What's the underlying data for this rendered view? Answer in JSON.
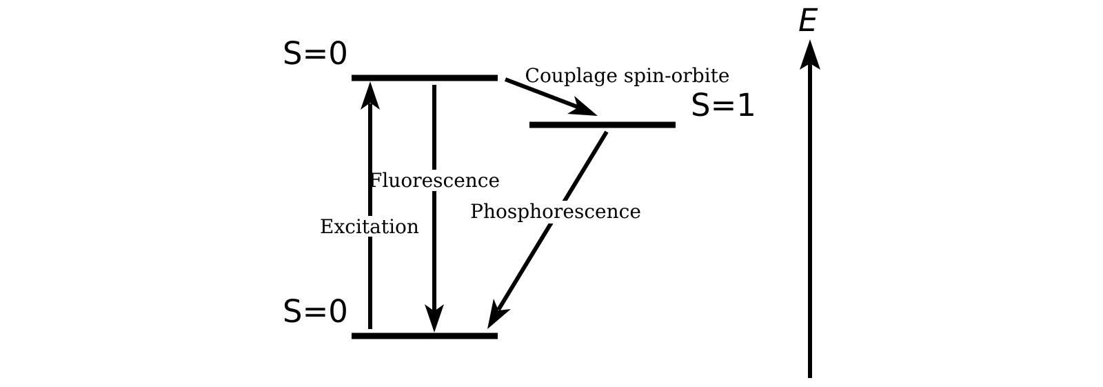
{
  "diagram": {
    "levels": [
      {
        "id": "excited-singlet",
        "label": "S=0"
      },
      {
        "id": "triplet",
        "label": "S=1"
      },
      {
        "id": "ground-singlet",
        "label": "S=0"
      }
    ],
    "transitions": [
      {
        "id": "excitation",
        "label": "Excitation"
      },
      {
        "id": "fluorescence",
        "label": "Fluorescence"
      },
      {
        "id": "spin-orbit-coupling",
        "label": "Couplage spin-orbite"
      },
      {
        "id": "phosphorescence",
        "label": "Phosphorescence"
      }
    ],
    "axis": {
      "label": "E"
    },
    "colors": {
      "ink": "#000000",
      "background": "#ffffff"
    }
  }
}
